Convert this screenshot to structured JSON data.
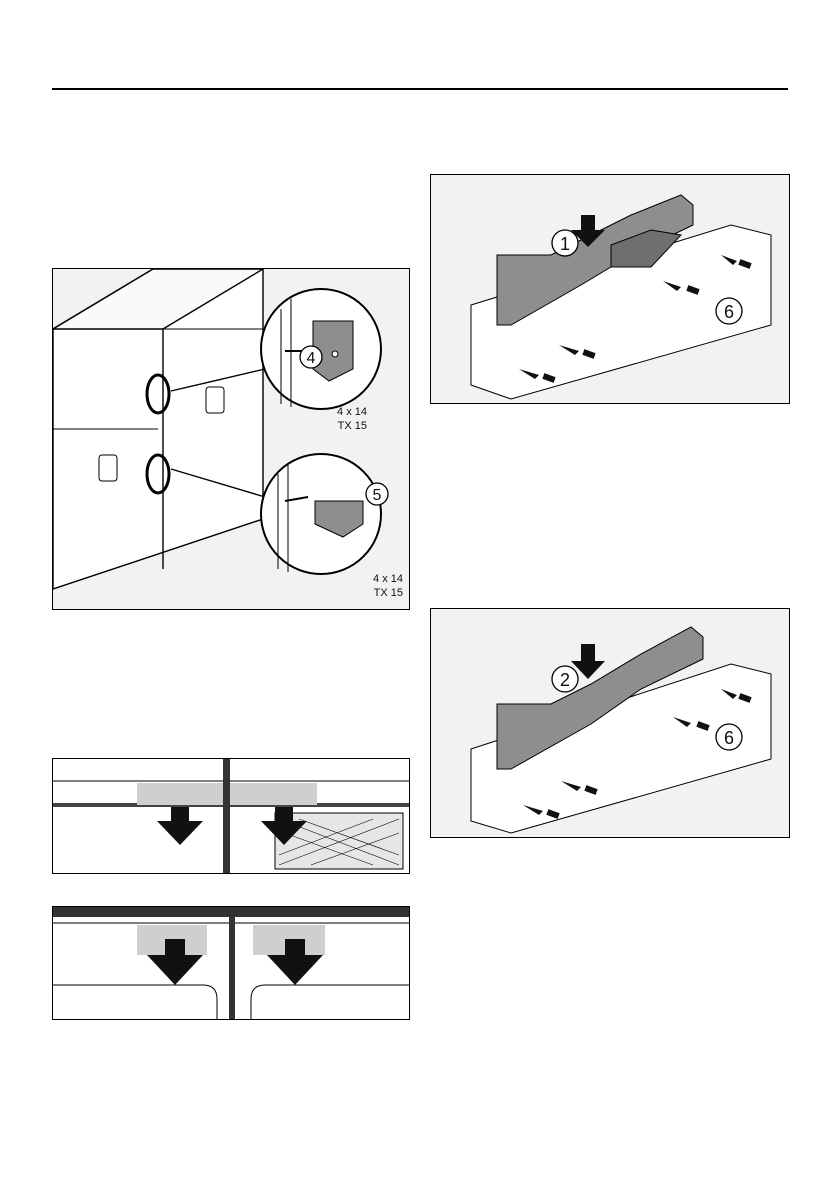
{
  "figure_1": {
    "callouts": [
      {
        "number": "4",
        "screw_size": "4 x 14",
        "screw_drive": "TX 15"
      },
      {
        "number": "5",
        "screw_size": "4 x 14",
        "screw_drive": "TX 15"
      }
    ]
  },
  "figure_right_top": {
    "callouts": [
      {
        "number": "1"
      },
      {
        "number": "6"
      }
    ]
  },
  "figure_right_bottom": {
    "callouts": [
      {
        "number": "2"
      },
      {
        "number": "6"
      }
    ]
  },
  "colors": {
    "figure_background": "#f2f2f2",
    "part_gray": "#8e8e8e",
    "bracket_gray": "#6f6f6f",
    "arrow": "#111111"
  }
}
